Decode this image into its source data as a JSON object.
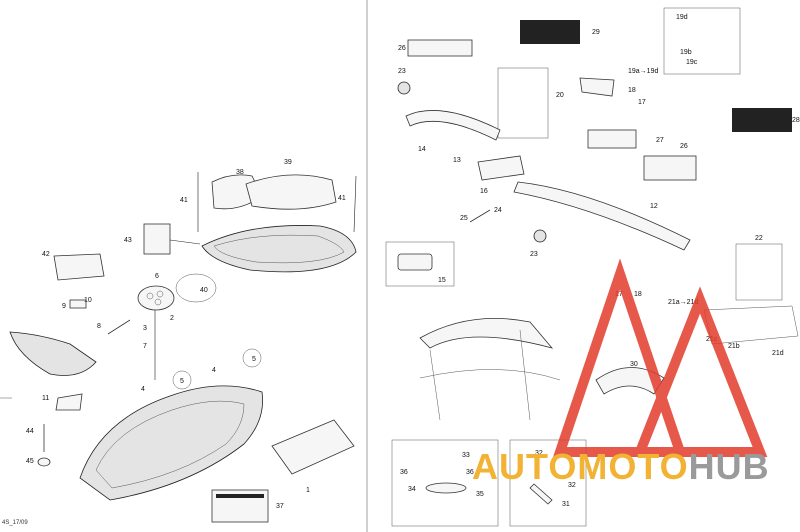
{
  "callouts": {
    "left": [
      "1",
      "2",
      "3",
      "4",
      "4",
      "5",
      "5",
      "6",
      "7",
      "8",
      "9",
      "10",
      "11",
      "37",
      "38",
      "39",
      "40",
      "41",
      "41",
      "42",
      "43",
      "44",
      "45"
    ],
    "right": [
      "12",
      "13",
      "14",
      "15",
      "16",
      "17",
      "17",
      "18",
      "18",
      "19a→19d",
      "19b",
      "19c",
      "19d",
      "20",
      "21a→21d",
      "21b",
      "21c",
      "21d",
      "22",
      "23",
      "23",
      "24",
      "25",
      "26",
      "26",
      "27",
      "28",
      "29",
      "30",
      "31",
      "32",
      "32",
      "33",
      "34",
      "35",
      "36",
      "36"
    ]
  },
  "footer": {
    "code": "4S_17/09"
  },
  "watermark": {
    "part1": "AUTOMOTO",
    "part2": "HUB",
    "color_primary": "#f2b233",
    "color_secondary": "#9a9a9a",
    "logo_color": "#e23b2b"
  }
}
